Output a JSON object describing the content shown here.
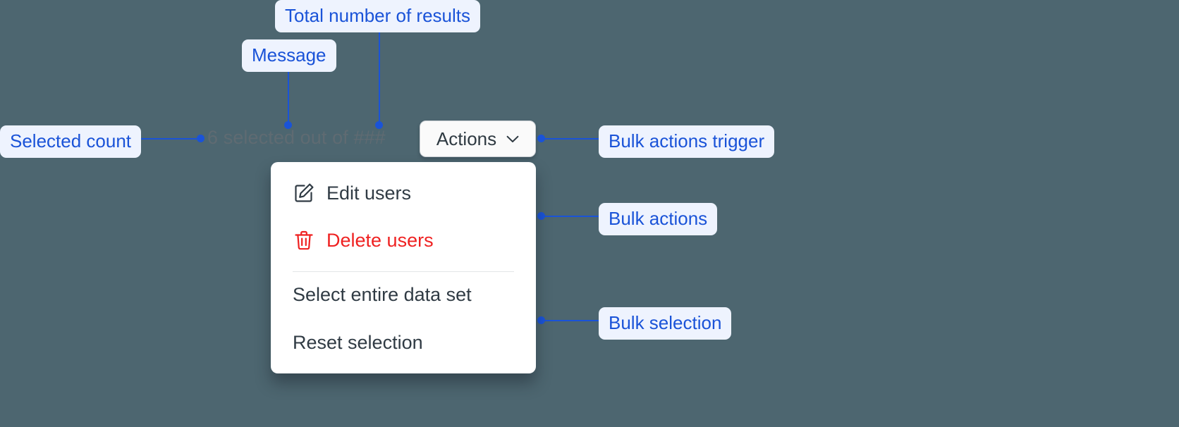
{
  "canvas": {
    "background_color": "#4d6670",
    "annotation_color": "#1a53d8",
    "annotation_chip_background": "#eef3fe"
  },
  "status": {
    "message": "6 selected out of ###",
    "selected_count": "6",
    "total_results": "###",
    "text_color": "#5f6b72"
  },
  "trigger": {
    "label": "Actions",
    "chevron_icon": "chevron-down-icon"
  },
  "menu": {
    "groups": [
      {
        "name": "bulk-actions",
        "items": [
          {
            "label": "Edit users",
            "icon": "edit-pencil-square-icon",
            "tone": "default",
            "color": "#303b44"
          },
          {
            "label": "Delete users",
            "icon": "trash-icon",
            "tone": "danger",
            "color": "#ef2121"
          }
        ]
      },
      {
        "name": "bulk-selection",
        "items": [
          {
            "label": "Select entire data set",
            "icon": null,
            "tone": "default",
            "color": "#303b44"
          },
          {
            "label": "Reset selection",
            "icon": null,
            "tone": "default",
            "color": "#303b44"
          }
        ]
      }
    ]
  },
  "annotations": [
    {
      "id": "total-number-of-results",
      "label": "Total number of results"
    },
    {
      "id": "message",
      "label": "Message"
    },
    {
      "id": "selected-count",
      "label": "Selected count"
    },
    {
      "id": "bulk-actions-trigger",
      "label": "Bulk actions trigger"
    },
    {
      "id": "bulk-actions",
      "label": "Bulk actions"
    },
    {
      "id": "bulk-selection",
      "label": "Bulk selection"
    }
  ]
}
